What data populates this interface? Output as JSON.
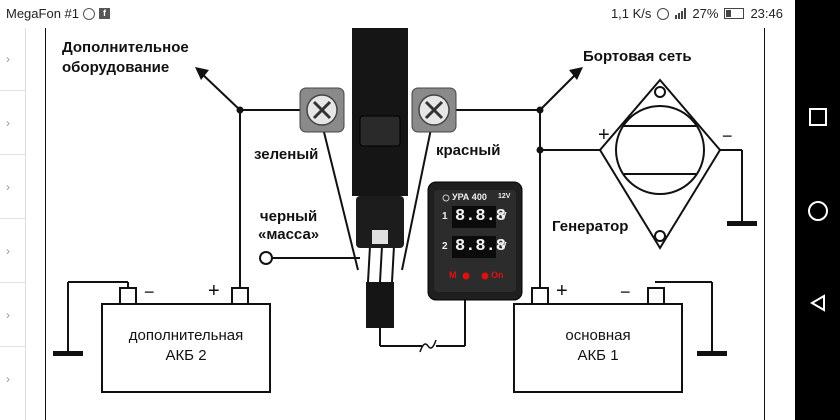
{
  "status_bar": {
    "carrier": "MegaFon #1",
    "speed": "1,1 K/s",
    "battery": "27%",
    "time": "23:46"
  },
  "diagram": {
    "extra_equipment": "Дополнительное\nоборудование",
    "onboard_network": "Бортовая сеть",
    "green": "зеленый",
    "red": "красный",
    "black_ground": "черный\n«масса»",
    "generator": "Генератор",
    "aux_battery": "дополнительная\nАКБ 2",
    "main_battery": "основная\nАКБ 1",
    "plus": "+",
    "minus": "−",
    "device": {
      "model": "УРА 400",
      "voltage": "12V",
      "row1_index": "1",
      "row1_value": "8.8.8",
      "row1_unit": "V",
      "row2_index": "2",
      "row2_value": "8.8.8",
      "row2_unit": "V",
      "led_m": "M",
      "led_on": "On"
    }
  },
  "nav_bar": {
    "buttons": [
      "recent-apps",
      "home",
      "back"
    ]
  }
}
